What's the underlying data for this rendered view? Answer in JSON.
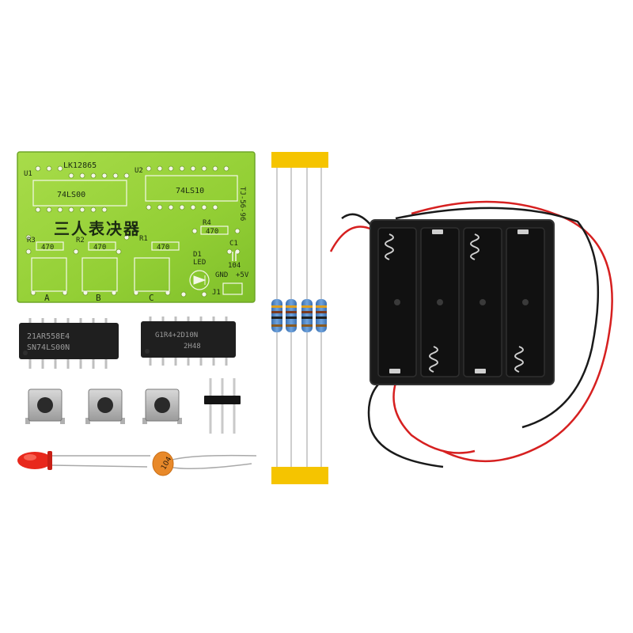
{
  "pcb": {
    "board_id": "LK12865",
    "u1_label": "U1",
    "u2_label": "U2",
    "u1_chip": "74LS00",
    "u2_chip": "74LS10",
    "title": "三人表决器",
    "side_code": "TJ-56-96",
    "r1": "R1",
    "r2": "R2",
    "r3": "R3",
    "r4": "R4",
    "res_value": "470",
    "c1": "C1",
    "cap_value": "104",
    "d1": "D1",
    "led": "LED",
    "gnd": "GND",
    "vcc": "+5V",
    "j1": "J1",
    "btn_a": "A",
    "btn_b": "B",
    "btn_c": "C"
  },
  "ic_chips": {
    "chip1_line1": "21AR558E4",
    "chip1_line2": "SN74LS00N",
    "chip2_line1": "G1R4+2D10N",
    "chip2_line2": "2H48"
  },
  "capacitor_marking": "104",
  "colors": {
    "pcb_green": "#9bd63a",
    "tape_yellow": "#f5c400",
    "battery_black": "#1a1a1a",
    "wire_red": "#d62020",
    "led_red": "#e8281c",
    "cap_orange": "#e8892a"
  }
}
